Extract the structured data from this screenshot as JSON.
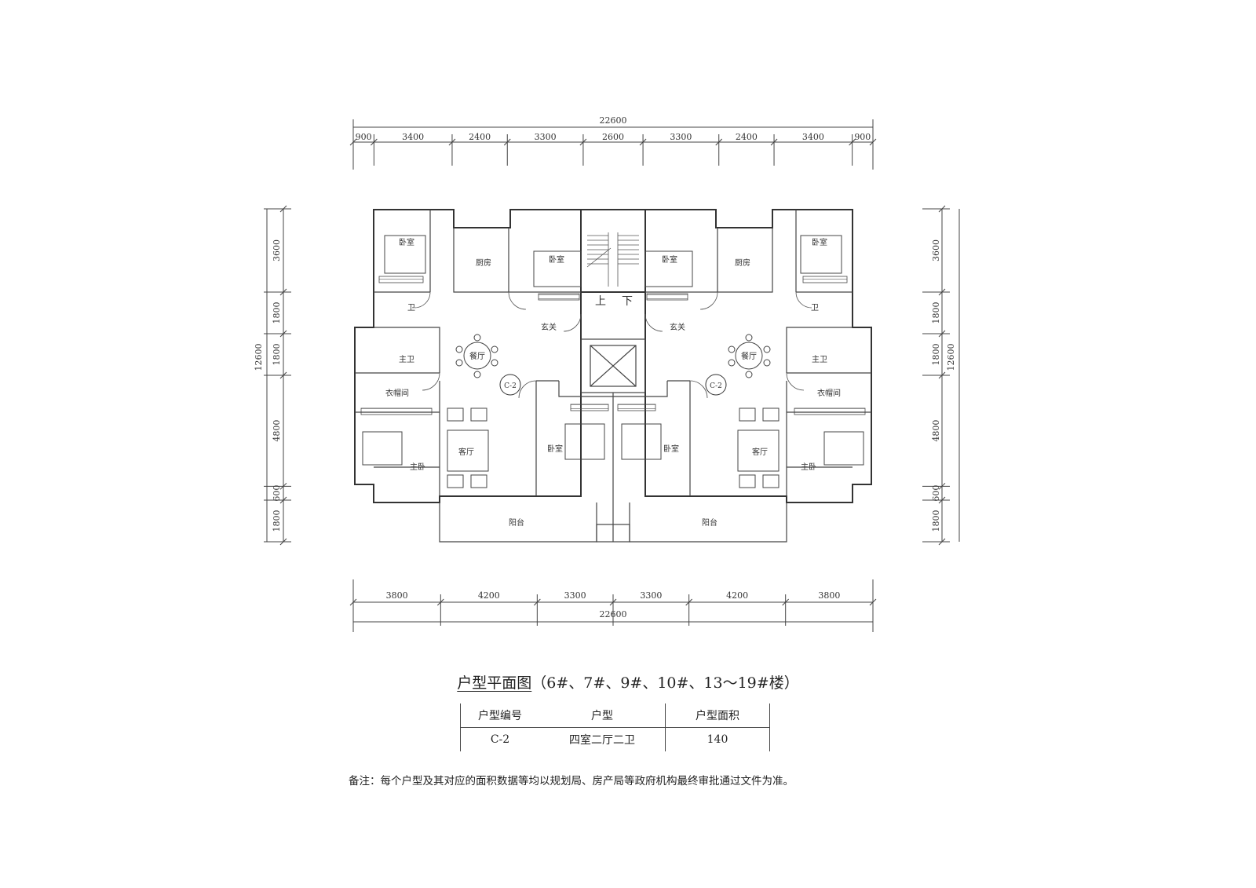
{
  "dimensions": {
    "top_total": "22600",
    "top_segments": [
      "900",
      "3400",
      "2400",
      "3300",
      "2600",
      "3300",
      "2400",
      "3400",
      "900"
    ],
    "bottom_total": "22600",
    "bottom_segments": [
      "3800",
      "4200",
      "3300",
      "3300",
      "4200",
      "3800"
    ],
    "left_total": "12600",
    "left_segments": [
      "3600",
      "1800",
      "1800",
      "4800",
      "600",
      "1800"
    ],
    "right_total": "12600",
    "right_segments": [
      "3600",
      "1800",
      "1800",
      "4800",
      "600",
      "1800"
    ]
  },
  "rooms": {
    "bedroom": "卧室",
    "kitchen": "厨房",
    "foyer": "玄关",
    "dining": "餐厅",
    "master_bath": "主卫",
    "bath": "卫",
    "wardrobe": "衣帽间",
    "living": "客厅",
    "master_bedroom": "主卧",
    "balcony": "阳台",
    "stair_up": "上",
    "stair_down": "下",
    "unit_tag": "C-2"
  },
  "title": {
    "main": "户型平面图",
    "sub": "（6#、7#、9#、10#、13～19#楼）"
  },
  "table": {
    "headers": [
      "户型编号",
      "户型",
      "户型面积"
    ],
    "rows": [
      [
        "C-2",
        "四室二厅二卫",
        "140"
      ]
    ]
  },
  "note": "备注：每个户型及其对应的面积数据等均以规划局、房产局等政府机构最终审批通过文件为准。"
}
